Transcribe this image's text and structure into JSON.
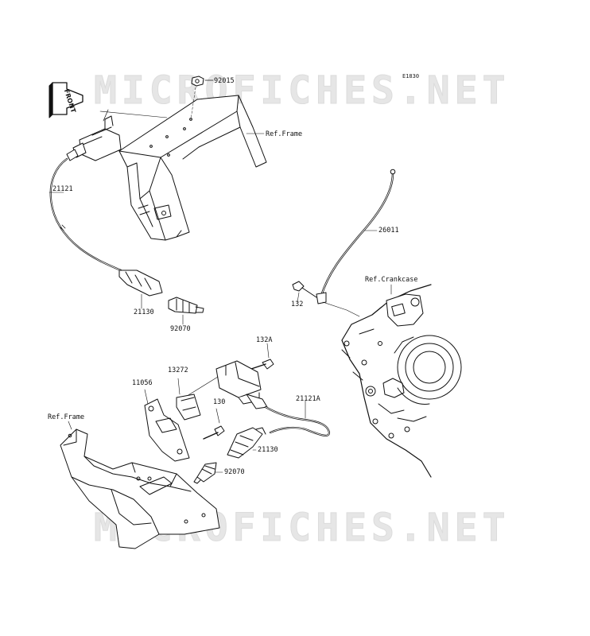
{
  "diagram_code": "E1830",
  "watermark": "MICROFICHES.NET",
  "front_badge": "FRONT",
  "labels": {
    "p92015": "92015",
    "ref_frame_top": "Ref.Frame",
    "p21121": "21121",
    "p26011": "26011",
    "ref_crankcase": "Ref.Crankcase",
    "p132": "132",
    "p21130_top": "21130",
    "p92070_top": "92070",
    "p132A": "132A",
    "p13272": "13272",
    "p11056": "11056",
    "p21121A": "21121A",
    "p130": "130",
    "ref_frame_bottom": "Ref.Frame",
    "p21130_bottom": "21130",
    "p92070_bottom": "92070"
  }
}
